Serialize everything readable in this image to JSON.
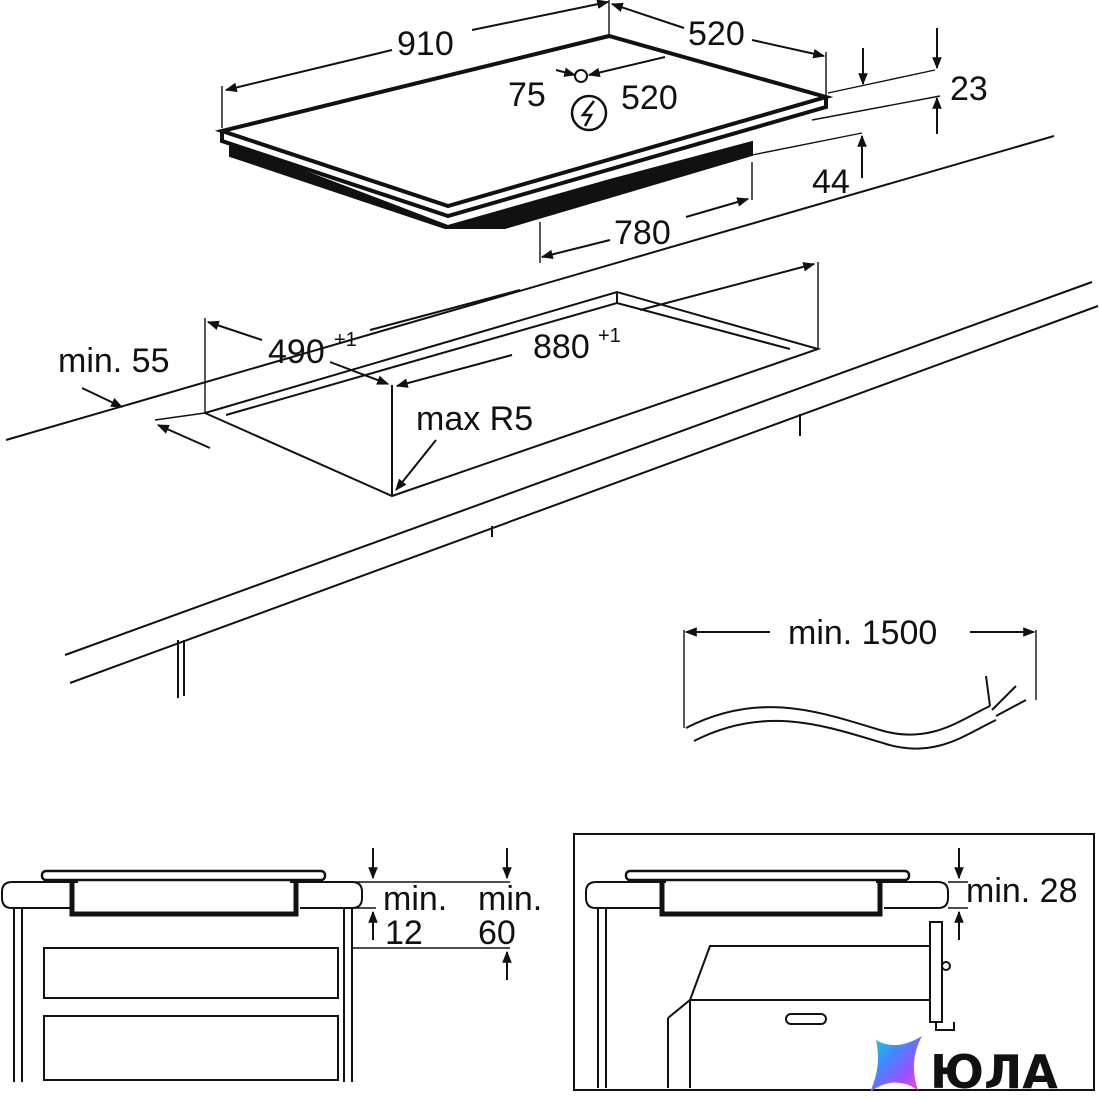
{
  "hob": {
    "width": "910",
    "depth": "520",
    "thickness": "23",
    "box_depth": "44",
    "box_width": "780",
    "connection_offset": "75",
    "connection_depth": "520"
  },
  "cutout": {
    "depth": "490",
    "depth_tol": "+1",
    "width": "880",
    "width_tol": "+1",
    "front_min": "min. 55",
    "corner_radius": "max R5"
  },
  "cable": {
    "length": "min. 1500"
  },
  "section_left": {
    "gap_label_top": "min.",
    "gap_value": "12",
    "clearance_label_top": "min.",
    "clearance_value": "60"
  },
  "section_right": {
    "clearance": "min. 28"
  },
  "watermark": {
    "text": "ЮЛА",
    "colors": [
      "#3a8dff",
      "#a24cff",
      "#ff4fa3",
      "#22d3c5"
    ]
  }
}
